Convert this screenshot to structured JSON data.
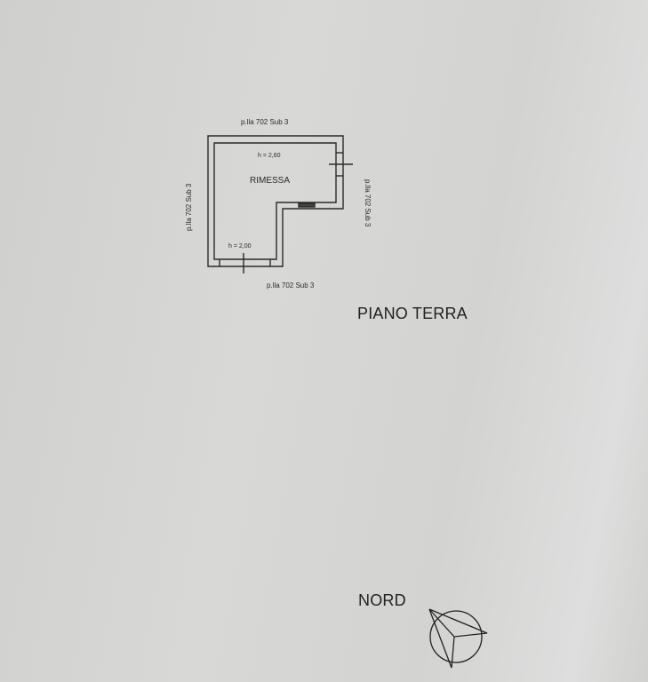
{
  "plan": {
    "neighbor_top": "p.lla 702 Sub 3",
    "neighbor_bottom": "p.lla 702 Sub 3",
    "neighbor_left": "p.lla 702 Sub 3",
    "neighbor_right": "p.lla 702 Sub 3",
    "room_name": "RIMESSA",
    "height_upper": "h = 2,60",
    "height_lower": "h = 2,00"
  },
  "floor_label": "PIANO TERRA",
  "north_label": "NORD",
  "north_icon": "compass-arrow-icon"
}
